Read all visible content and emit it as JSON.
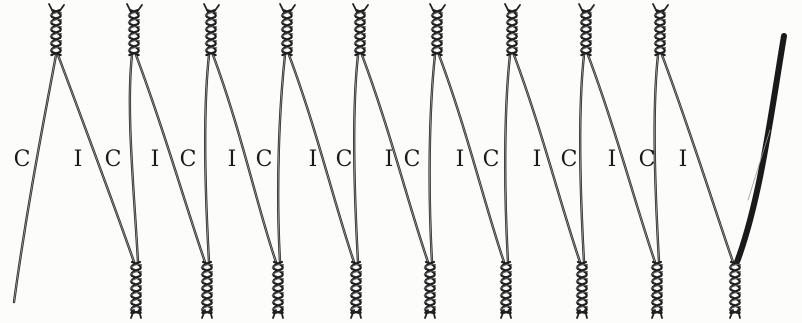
{
  "labels": [
    "C",
    "I",
    "C",
    "I",
    "C",
    "I",
    "C",
    "I",
    "C",
    "I",
    "C",
    "I",
    "C",
    "I",
    "C",
    "I",
    "C",
    "I"
  ]
}
